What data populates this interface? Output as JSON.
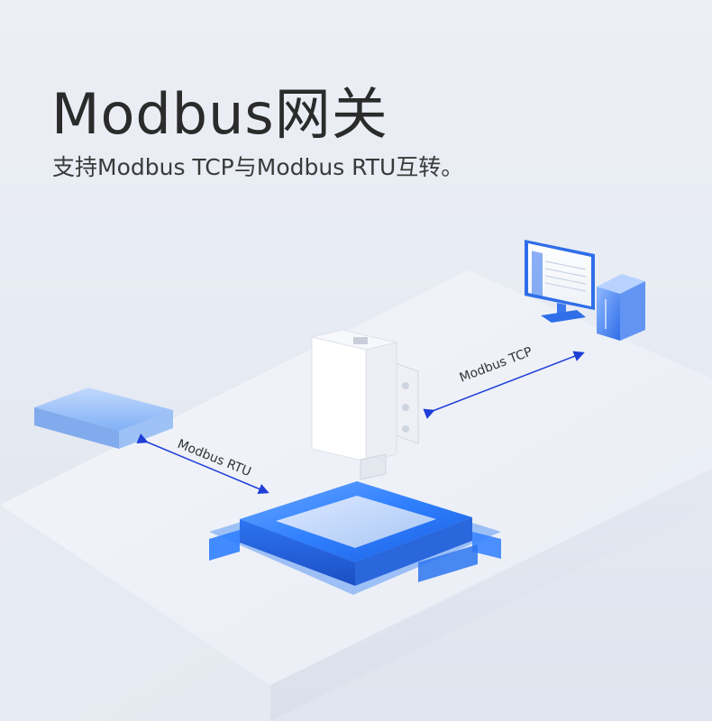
{
  "header": {
    "title": "Modbus网关",
    "subtitle": "支持Modbus TCP与Modbus RTU互转。"
  },
  "diagram": {
    "left_link_label": "Modbus RTU",
    "right_link_label": "Modbus TCP"
  },
  "colors": {
    "accent_blue": "#2f7fff",
    "arrow_blue": "#1f3fd6",
    "platform": "#f1f3f8"
  }
}
